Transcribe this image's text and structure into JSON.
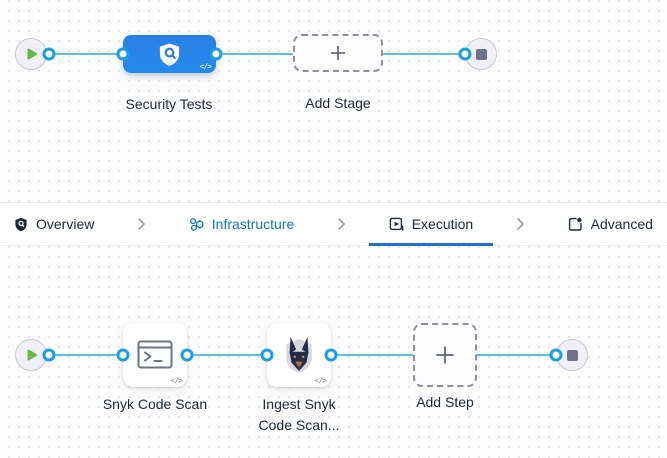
{
  "stage_graph": {
    "stage": {
      "label": "Security Tests",
      "code_icon": "</>"
    },
    "add_stage": {
      "label": "Add Stage"
    }
  },
  "tab_bar": {
    "tabs": [
      {
        "label": "Overview",
        "state": "default"
      },
      {
        "label": "Infrastructure",
        "state": "visited"
      },
      {
        "label": "Execution",
        "state": "active"
      },
      {
        "label": "Advanced",
        "state": "default"
      }
    ]
  },
  "execution_graph": {
    "steps": [
      {
        "label": "Snyk Code Scan",
        "code_icon": "</>"
      },
      {
        "label": "Ingest Snyk\nCode Scan...",
        "code_icon": "</>"
      },
      {
        "label": "Add Step"
      }
    ]
  },
  "colors": {
    "stage_blue": "#2b7fe4",
    "link_blue": "#5ac0ec",
    "port_blue": "#189fe4",
    "active_tab_underline": "#1f6fd6",
    "tab_text_dark": "#1e2838",
    "tab_text_visited": "#0b76d0",
    "play_green": "#63ba46",
    "stop_gray": "#6f7089",
    "canvas_dot": "#e2e4ec"
  }
}
